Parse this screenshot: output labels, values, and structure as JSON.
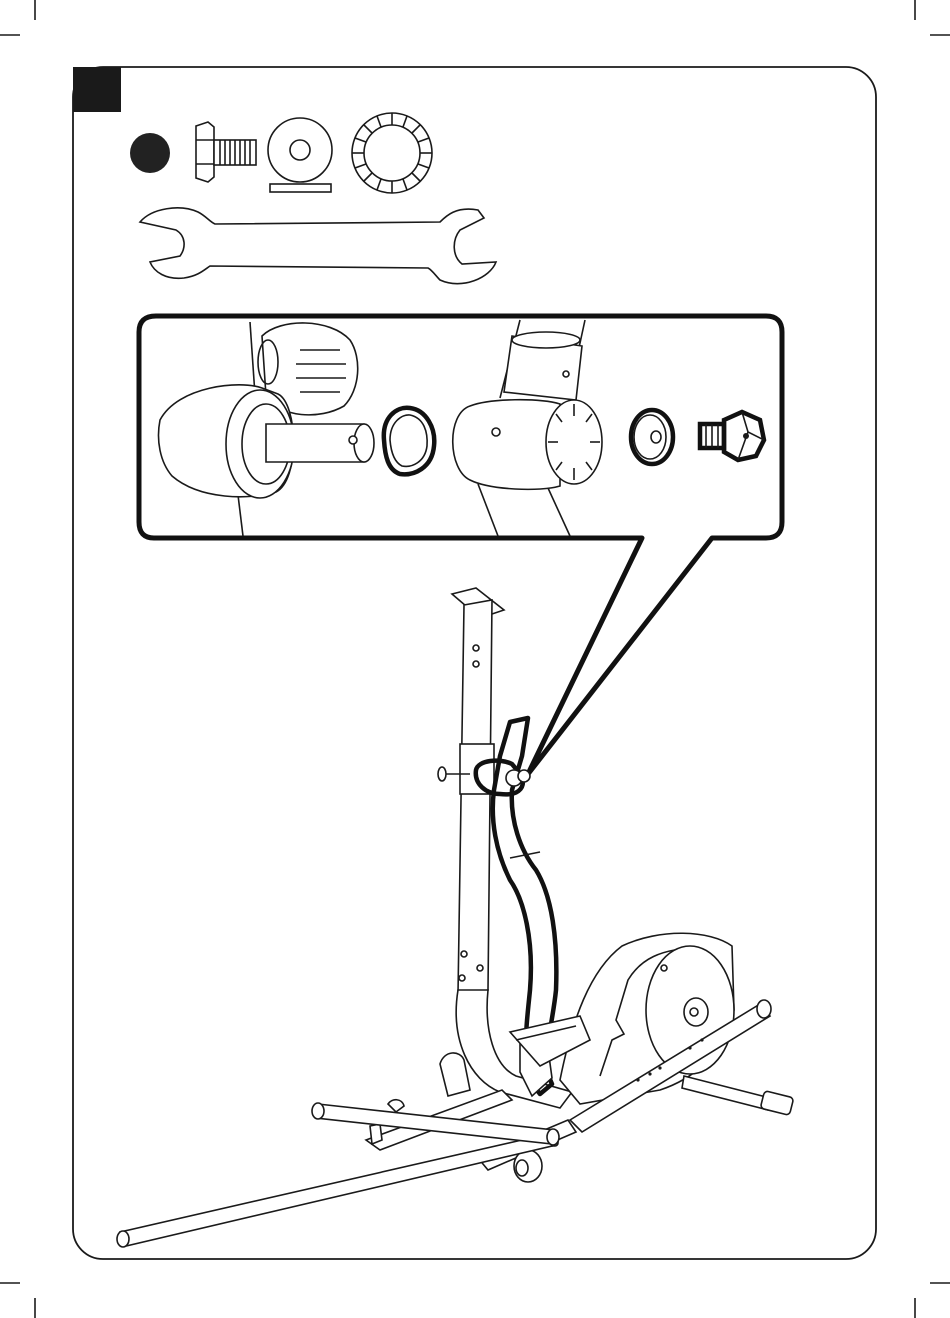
{
  "page": {
    "step_tab_color": "#1a1a1a",
    "part_marker_color": "#222222",
    "line_color": "#1a1a1a",
    "background": "#ffffff"
  },
  "parts_row": {
    "marker": "filled-circle",
    "items": [
      "bolt-icon",
      "flat-washer-icon",
      "serrated-washer-icon"
    ],
    "tool": "open-end-wrench-icon"
  },
  "detail_callout": {
    "items": [
      "axle-pivot",
      "serrated-washer",
      "handlebar-pivot-sleeve",
      "flat-washer",
      "bolt"
    ],
    "highlighted": [
      "serrated-washer",
      "handlebar-pivot-sleeve",
      "flat-washer",
      "bolt"
    ]
  },
  "main_illustration": {
    "subject": "elliptical-trainer",
    "highlighted": "left-moving-handlebar"
  }
}
